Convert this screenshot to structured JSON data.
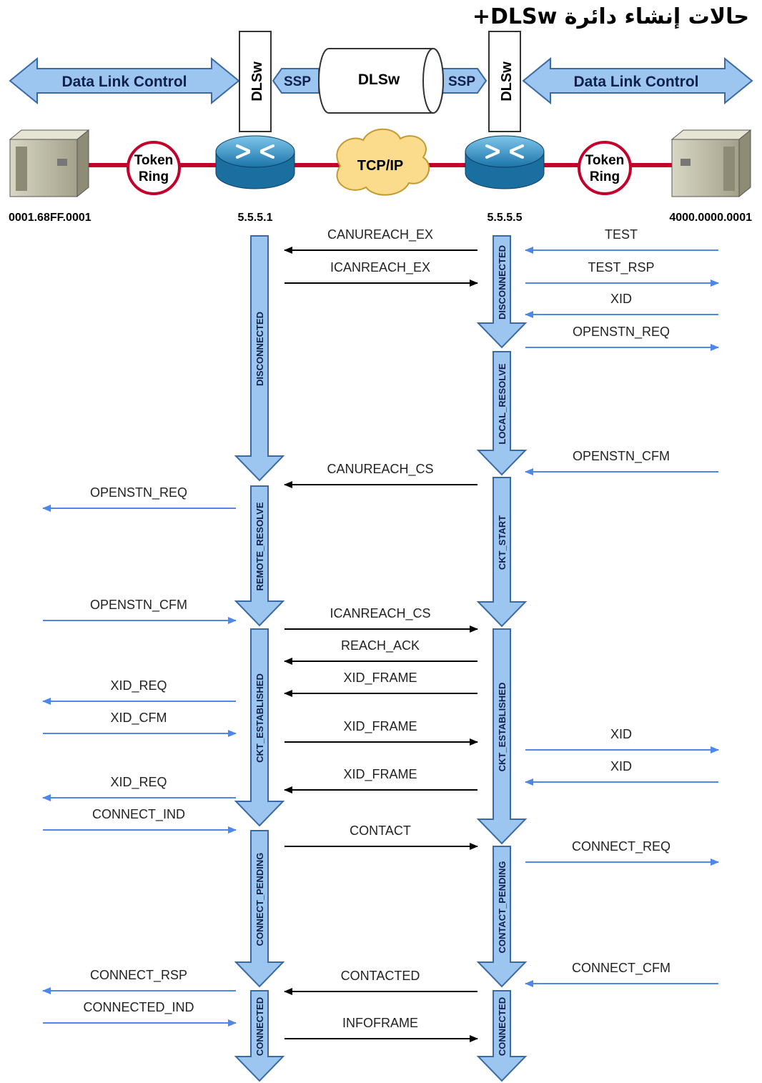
{
  "title": "حالات إنشاء دائرة DLSw+",
  "colors": {
    "state_arrow": "#9cc6f0",
    "state_arrow_stroke": "#3b6aa3",
    "blue_msg": "#4f86ea",
    "black_msg": "#000000",
    "ring_line": "#c2002a",
    "cloud": "#fbdb8c"
  },
  "top": {
    "dlc_left": "Data Link Control",
    "dlc_right": "Data Link Control",
    "dlsw_left": "DLSw",
    "dlsw_right": "DLSw",
    "ssp_left": "SSP",
    "ssp_right": "SSP",
    "tunnel": "DLSw"
  },
  "network": {
    "left_ring": [
      "Token",
      "Ring"
    ],
    "right_ring": [
      "Token",
      "Ring"
    ],
    "cloud": "TCP/IP",
    "left_host_addr": "0001.68FF.0001",
    "left_router_addr": "5.5.5.1",
    "right_router_addr": "5.5.5.5",
    "right_host_addr": "4000.0000.0001",
    "left_host_icon": "mainframe-icon",
    "router_icon": "router-icon"
  },
  "left_states": [
    {
      "label": "DISCONNECTED"
    },
    {
      "label": "REMOTE_RESOLVE"
    },
    {
      "label": "CKT_ESTABLISHED"
    },
    {
      "label": "CONNECT_PENDING"
    },
    {
      "label": "CONNECTED"
    }
  ],
  "right_states": [
    {
      "label": "DISCONNECTED"
    },
    {
      "label": "LOCAL_RESOLVE"
    },
    {
      "label": "CKT_START"
    },
    {
      "label": "CKT_ESTABLISHED"
    },
    {
      "label": "CONTACT_PENDING"
    },
    {
      "label": "CONNECTED"
    }
  ],
  "messages": [
    {
      "label": "CANUREACH_EX",
      "lane": "middle",
      "dir": "left",
      "color": "black"
    },
    {
      "label": "ICANREACH_EX",
      "lane": "middle",
      "dir": "right",
      "color": "black"
    },
    {
      "label": "TEST",
      "lane": "right",
      "dir": "left",
      "color": "blue"
    },
    {
      "label": "TEST_RSP",
      "lane": "right",
      "dir": "right",
      "color": "blue"
    },
    {
      "label": "XID",
      "lane": "right",
      "dir": "left",
      "color": "blue"
    },
    {
      "label": "OPENSTN_REQ",
      "lane": "right",
      "dir": "right",
      "color": "blue"
    },
    {
      "label": "OPENSTN_CFM",
      "lane": "right",
      "dir": "left",
      "color": "blue"
    },
    {
      "label": "CANUREACH_CS",
      "lane": "middle",
      "dir": "left",
      "color": "black"
    },
    {
      "label": "OPENSTN_REQ",
      "lane": "left",
      "dir": "left",
      "color": "blue"
    },
    {
      "label": "OPENSTN_CFM",
      "lane": "left",
      "dir": "right",
      "color": "blue"
    },
    {
      "label": "ICANREACH_CS",
      "lane": "middle",
      "dir": "right",
      "color": "black"
    },
    {
      "label": "REACH_ACK",
      "lane": "middle",
      "dir": "left",
      "color": "black"
    },
    {
      "label": "XID_FRAME",
      "lane": "middle",
      "dir": "left",
      "color": "black"
    },
    {
      "label": "XID_REQ",
      "lane": "left",
      "dir": "left",
      "color": "blue"
    },
    {
      "label": "XID_CFM",
      "lane": "left",
      "dir": "right",
      "color": "blue"
    },
    {
      "label": "XID_FRAME",
      "lane": "middle",
      "dir": "right",
      "color": "black"
    },
    {
      "label": "XID",
      "lane": "right",
      "dir": "right",
      "color": "blue"
    },
    {
      "label": "XID",
      "lane": "right",
      "dir": "left",
      "color": "blue"
    },
    {
      "label": "XID_FRAME",
      "lane": "middle",
      "dir": "left",
      "color": "black"
    },
    {
      "label": "XID_REQ",
      "lane": "left",
      "dir": "left",
      "color": "blue"
    },
    {
      "label": "CONNECT_IND",
      "lane": "left",
      "dir": "right",
      "color": "blue"
    },
    {
      "label": "CONTACT",
      "lane": "middle",
      "dir": "right",
      "color": "black"
    },
    {
      "label": "CONNECT_REQ",
      "lane": "right",
      "dir": "right",
      "color": "blue"
    },
    {
      "label": "CONNECT_CFM",
      "lane": "right",
      "dir": "left",
      "color": "blue"
    },
    {
      "label": "CONNECT_RSP",
      "lane": "left",
      "dir": "left",
      "color": "blue"
    },
    {
      "label": "CONTACTED",
      "lane": "middle",
      "dir": "left",
      "color": "black"
    },
    {
      "label": "CONNECTED_IND",
      "lane": "left",
      "dir": "right",
      "color": "blue"
    },
    {
      "label": "INFOFRAME",
      "lane": "middle",
      "dir": "right",
      "color": "black"
    }
  ]
}
